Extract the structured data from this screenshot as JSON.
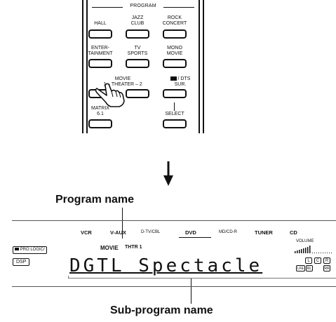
{
  "remote": {
    "program_title": "PROGRAM",
    "buttons": [
      {
        "label": "HALL"
      },
      {
        "label": "JAZZ\nCLUB"
      },
      {
        "label": "ROCK\nCONCERT"
      },
      {
        "label": "ENTER-\nTAINMENT"
      },
      {
        "label": "TV\nSPORTS"
      },
      {
        "label": "MONO\nMOVIE"
      },
      {
        "label": "MOVIE\n1 – THEATER – 2"
      },
      {
        "label": "/ DTS\nSUR."
      },
      {
        "label": "MATRIX\n6.1"
      },
      {
        "label": "SELECT"
      }
    ]
  },
  "callouts": {
    "program_name": "Program name",
    "sub_program_name": "Sub-program name"
  },
  "display": {
    "sources": [
      "VCR",
      "V-AUX",
      "D-TV/CBL",
      "DVD",
      "MD/CD-R",
      "TUNER",
      "CD"
    ],
    "selected_source": "DVD",
    "pro_logic_tag": "PRO LOGIC/",
    "dsp_tag": "DSP",
    "program_text": "MOVIE",
    "program_sub": "THTR 1",
    "sub_program_text": "DGTL Spectacle",
    "volume_label": "VOLUME",
    "speaker_indicators": [
      "L",
      "C",
      "R",
      "LFE",
      "RL",
      "RR"
    ]
  }
}
